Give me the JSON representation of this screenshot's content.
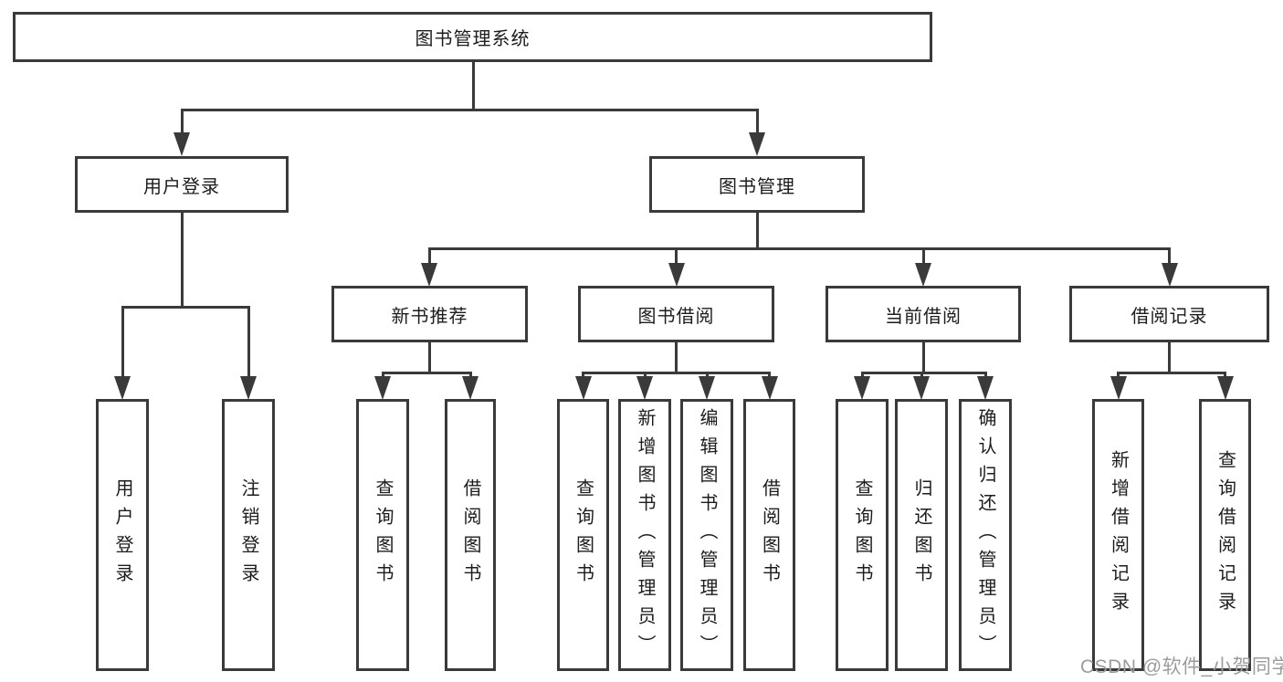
{
  "diagram": {
    "type": "hierarchy-tree",
    "tree": {
      "label": "图书管理系统",
      "children": [
        {
          "label": "用户登录",
          "children": [
            {
              "label": "用户登录"
            },
            {
              "label": "注销登录"
            }
          ]
        },
        {
          "label": "图书管理",
          "children": [
            {
              "label": "新书推荐",
              "children": [
                {
                  "label": "查询图书"
                },
                {
                  "label": "借阅图书"
                }
              ]
            },
            {
              "label": "图书借阅",
              "children": [
                {
                  "label": "查询图书"
                },
                {
                  "label": "新增图书（管理员）"
                },
                {
                  "label": "编辑图书（管理员）"
                },
                {
                  "label": "借阅图书"
                }
              ]
            },
            {
              "label": "当前借阅",
              "children": [
                {
                  "label": "查询图书"
                },
                {
                  "label": "归还图书"
                },
                {
                  "label": "确认归还（管理员）"
                }
              ]
            },
            {
              "label": "借阅记录",
              "children": [
                {
                  "label": "新增借阅记录"
                },
                {
                  "label": "查询借阅记录"
                }
              ]
            }
          ]
        }
      ]
    },
    "watermark": {
      "text": "CSDN @软件_小贺同学",
      "color": "#9c9c9c"
    },
    "colors": {
      "line": "#3a3a3a",
      "box_border": "#3a3a3a",
      "box_background": "#ffffff",
      "text": "#1c1c1c"
    }
  }
}
